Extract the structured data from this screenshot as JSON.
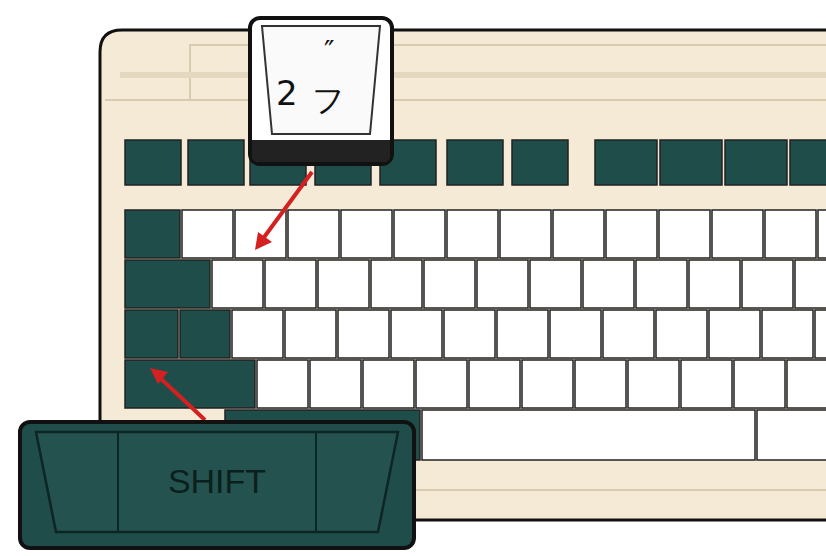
{
  "diagram": {
    "nodes": [
      {
        "text": [
          "2",
          "″",
          "フ"
        ]
      },
      {
        "text": [
          "SHIFT"
        ]
      }
    ]
  }
}
